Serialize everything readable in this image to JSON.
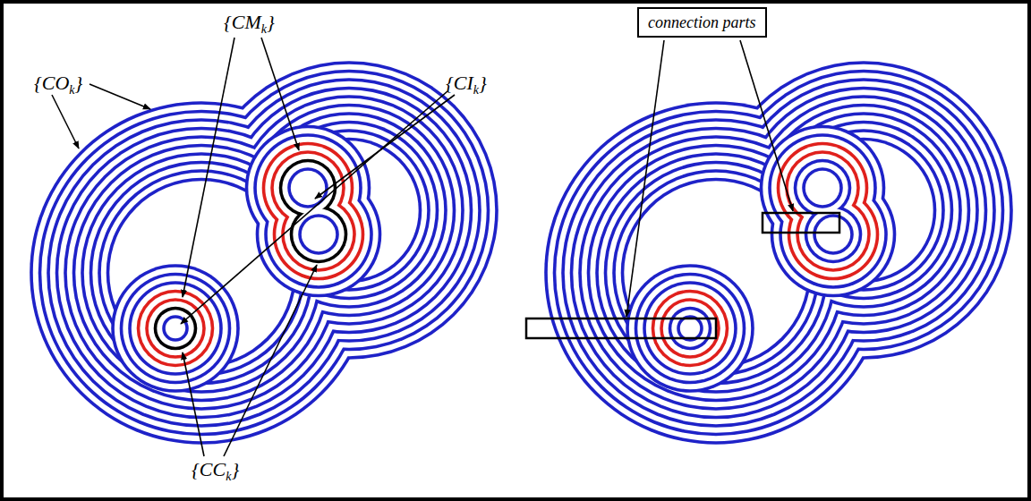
{
  "diagram": {
    "nodes": [
      {
        "text": [
          "connection parts"
        ]
      }
    ],
    "labels": [
      "{CMk}",
      "{COk}",
      "{CIk}",
      "{CCk}"
    ]
  }
}
